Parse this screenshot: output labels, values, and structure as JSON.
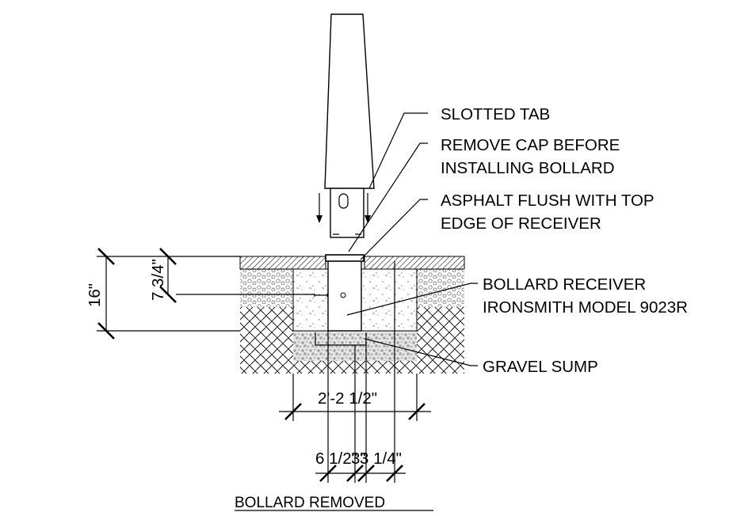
{
  "callouts": {
    "slotted_tab": "SLOTTED TAB",
    "remove_cap_line1": "REMOVE CAP BEFORE",
    "remove_cap_line2": "INSTALLING BOLLARD",
    "asphalt_line1": "ASPHALT FLUSH WITH TOP",
    "asphalt_line2": "EDGE OF RECEIVER",
    "receiver_line1": "BOLLARD RECEIVER",
    "receiver_line2": "IRONSMITH MODEL 9023R",
    "gravel_sump": "GRAVEL SUMP"
  },
  "dimensions": {
    "total_depth": "16\"",
    "receiver_depth": "7 3/4\"",
    "footing_width": "2'-2 1/2\"",
    "left_clearance": "6 1/2\"",
    "receiver_width": "3\"",
    "right_clearance": "3 1/4\""
  },
  "title": "BOLLARD REMOVED"
}
